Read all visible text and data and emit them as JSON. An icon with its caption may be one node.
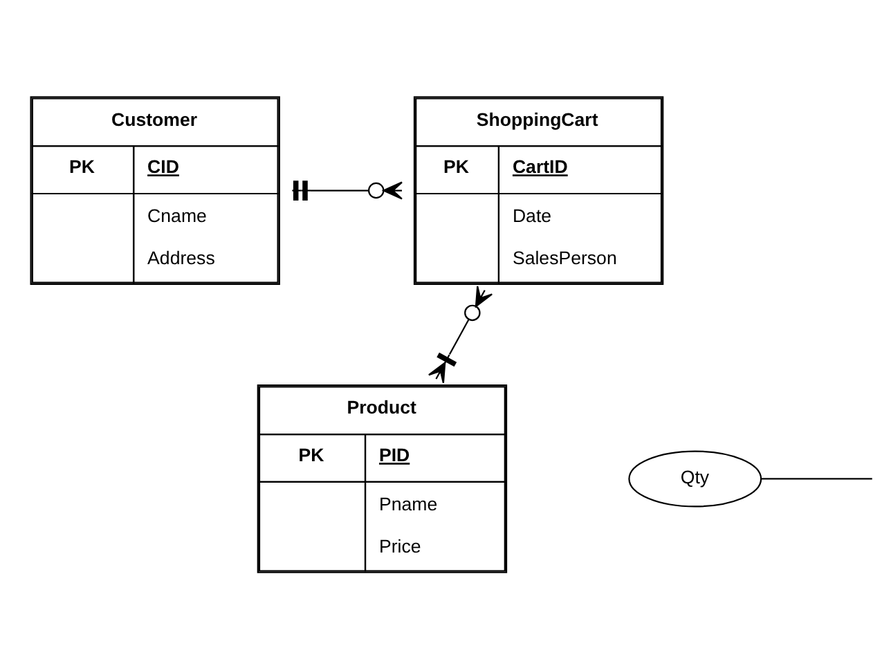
{
  "diagram": {
    "nodes": [
      {
        "text": [
          "Customer",
          "PK",
          "CID",
          "Cname",
          "Address"
        ]
      },
      {
        "text": [
          "ShoppingCart",
          "PK",
          "CartID",
          "Date",
          "SalesPerson"
        ]
      },
      {
        "text": [
          "Product",
          "PK",
          "PID",
          "Pname",
          "Price"
        ]
      },
      {
        "text": [
          "Qty"
        ]
      }
    ],
    "edges": [
      {
        "from": 0,
        "to": 1,
        "arrow": "other"
      },
      {
        "from": 1,
        "to": 2,
        "arrow": "other"
      },
      {
        "from": 3,
        "to": null,
        "arrow": "none"
      }
    ]
  }
}
